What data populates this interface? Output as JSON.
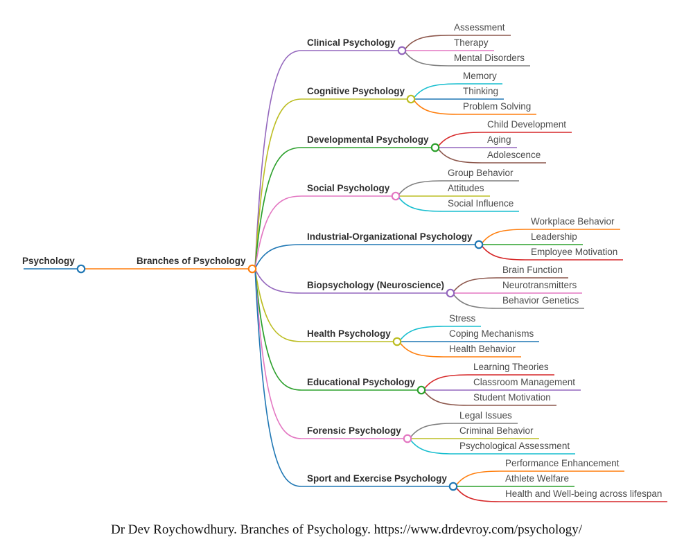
{
  "diagram": {
    "root": {
      "label": "Psychology",
      "color": "#1f77b4"
    },
    "hub": {
      "label": "Branches of Psychology",
      "color": "#ff7f0e"
    },
    "branches": [
      {
        "label": "Clinical Psychology",
        "color": "#9467bd",
        "children": [
          {
            "label": "Assessment",
            "color": "#8c564b"
          },
          {
            "label": "Therapy",
            "color": "#e377c2"
          },
          {
            "label": "Mental Disorders",
            "color": "#7f7f7f"
          }
        ]
      },
      {
        "label": "Cognitive Psychology",
        "color": "#bcbd22",
        "children": [
          {
            "label": "Memory",
            "color": "#17becf"
          },
          {
            "label": "Thinking",
            "color": "#1f77b4"
          },
          {
            "label": "Problem Solving",
            "color": "#ff7f0e"
          }
        ]
      },
      {
        "label": "Developmental Psychology",
        "color": "#2ca02c",
        "children": [
          {
            "label": "Child Development",
            "color": "#d62728"
          },
          {
            "label": "Aging",
            "color": "#9467bd"
          },
          {
            "label": "Adolescence",
            "color": "#8c564b"
          }
        ]
      },
      {
        "label": "Social Psychology",
        "color": "#e377c2",
        "children": [
          {
            "label": "Group Behavior",
            "color": "#7f7f7f"
          },
          {
            "label": "Attitudes",
            "color": "#bcbd22"
          },
          {
            "label": "Social Influence",
            "color": "#17becf"
          }
        ]
      },
      {
        "label": "Industrial-Organizational Psychology",
        "color": "#1f77b4",
        "children": [
          {
            "label": "Workplace Behavior",
            "color": "#ff7f0e"
          },
          {
            "label": "Leadership",
            "color": "#2ca02c"
          },
          {
            "label": "Employee Motivation",
            "color": "#d62728"
          }
        ]
      },
      {
        "label": "Biopsychology (Neuroscience)",
        "color": "#9467bd",
        "children": [
          {
            "label": "Brain Function",
            "color": "#8c564b"
          },
          {
            "label": "Neurotransmitters",
            "color": "#e377c2"
          },
          {
            "label": "Behavior Genetics",
            "color": "#7f7f7f"
          }
        ]
      },
      {
        "label": "Health Psychology",
        "color": "#bcbd22",
        "children": [
          {
            "label": "Stress",
            "color": "#17becf"
          },
          {
            "label": "Coping Mechanisms",
            "color": "#1f77b4"
          },
          {
            "label": "Health Behavior",
            "color": "#ff7f0e"
          }
        ]
      },
      {
        "label": "Educational Psychology",
        "color": "#2ca02c",
        "children": [
          {
            "label": "Learning Theories",
            "color": "#d62728"
          },
          {
            "label": "Classroom Management",
            "color": "#9467bd"
          },
          {
            "label": "Student Motivation",
            "color": "#8c564b"
          }
        ]
      },
      {
        "label": "Forensic Psychology",
        "color": "#e377c2",
        "children": [
          {
            "label": "Legal Issues",
            "color": "#7f7f7f"
          },
          {
            "label": "Criminal Behavior",
            "color": "#bcbd22"
          },
          {
            "label": "Psychological Assessment",
            "color": "#17becf"
          }
        ]
      },
      {
        "label": "Sport and Exercise Psychology",
        "color": "#1f77b4",
        "children": [
          {
            "label": "Performance Enhancement",
            "color": "#ff7f0e"
          },
          {
            "label": "Athlete Welfare",
            "color": "#2ca02c"
          },
          {
            "label": "Health and Well-being across lifespan",
            "color": "#d62728"
          }
        ]
      }
    ]
  },
  "caption": {
    "text": "Dr Dev Roychowdhury. Branches of Psychology. https://www.drdevroy.com/psychology/"
  }
}
